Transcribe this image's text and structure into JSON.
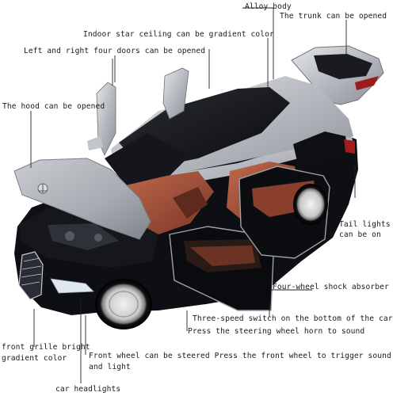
{
  "labels": {
    "alloy_body": "Alloy body",
    "trunk": "The trunk can be opened",
    "star_ceiling": "Indoor star ceiling can be gradient color",
    "four_doors": "Left and right four doors can be opened",
    "hood": "The hood can be opened",
    "tail_lights_1": "Tail lights",
    "tail_lights_2": "can be on",
    "shock": "Four-wheel shock absorber",
    "switch": "Three-speed switch on the bottom of the car",
    "horn": "Press the steering wheel horn to sound",
    "grille_1": "front grille bright",
    "grille_2": "gradient color",
    "front_wheel_1": "Front wheel can be steered Press the front wheel to trigger sound",
    "front_wheel_2": "and light",
    "headlights": "car headlights"
  },
  "colors": {
    "body_black": "#0d0f14",
    "body_silver": "#b9bcc2",
    "interior_brown": "#9a4a34"
  }
}
